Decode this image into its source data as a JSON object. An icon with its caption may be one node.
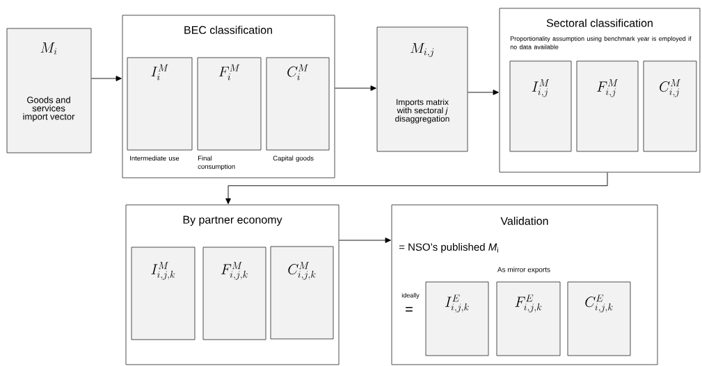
{
  "diagram": {
    "nodes": [
      {
        "text": [
          "M_{i}",
          "Goods and services import vector"
        ]
      },
      {
        "text": [
          "BEC classification"
        ]
      },
      {
        "text": [
          "I_{i}^{M}"
        ],
        "in": 1,
        "beside": [
          "Intermediate use"
        ]
      },
      {
        "text": [
          "F_{i}^{M}"
        ],
        "in": 1,
        "beside": [
          "Final consumption"
        ]
      },
      {
        "text": [
          "C_{i}^{M}"
        ],
        "in": 1,
        "beside": [
          "Capital goods"
        ]
      },
      {
        "text": [
          "M_{i,j}",
          "Imports matrix with sectoral *j* disaggregation"
        ]
      },
      {
        "text": [
          "Sectoral classification",
          "Proportionality assumption using benchmark year is employed if no data available"
        ]
      },
      {
        "text": [
          "I_{i,j}^{M}"
        ],
        "in": 6
      },
      {
        "text": [
          "F_{i,j}^{M}"
        ],
        "in": 6
      },
      {
        "text": [
          "C_{i,j}^{M}"
        ],
        "in": 6
      },
      {
        "text": [
          "By partner economy"
        ]
      },
      {
        "text": [
          "I_{i,j,k}^{M}"
        ],
        "in": 10
      },
      {
        "text": [
          "F_{i,j,k}^{M}"
        ],
        "in": 10
      },
      {
        "text": [
          "C_{i,j,k}^{M}"
        ],
        "in": 10
      },
      {
        "text": [
          "Validation",
          "= NSO’s published *M*$_{i}$",
          "As mirror exports",
          "ideally",
          "="
        ]
      },
      {
        "text": [
          "I_{i,j,k}^{E}"
        ],
        "in": 14
      },
      {
        "text": [
          "F_{i,j,k}^{E}"
        ],
        "in": 14
      },
      {
        "text": [
          "C_{i,j,k}^{E}"
        ],
        "in": 14
      }
    ],
    "edges": [
      {
        "from": 0,
        "to": 1,
        "arrow": "to"
      },
      {
        "from": 1,
        "to": 5,
        "arrow": "to"
      },
      {
        "from": 5,
        "to": 6,
        "arrow": "to"
      },
      {
        "from": 6,
        "to": 10,
        "arrow": "to"
      },
      {
        "from": 10,
        "to": 14,
        "arrow": "to"
      }
    ]
  }
}
